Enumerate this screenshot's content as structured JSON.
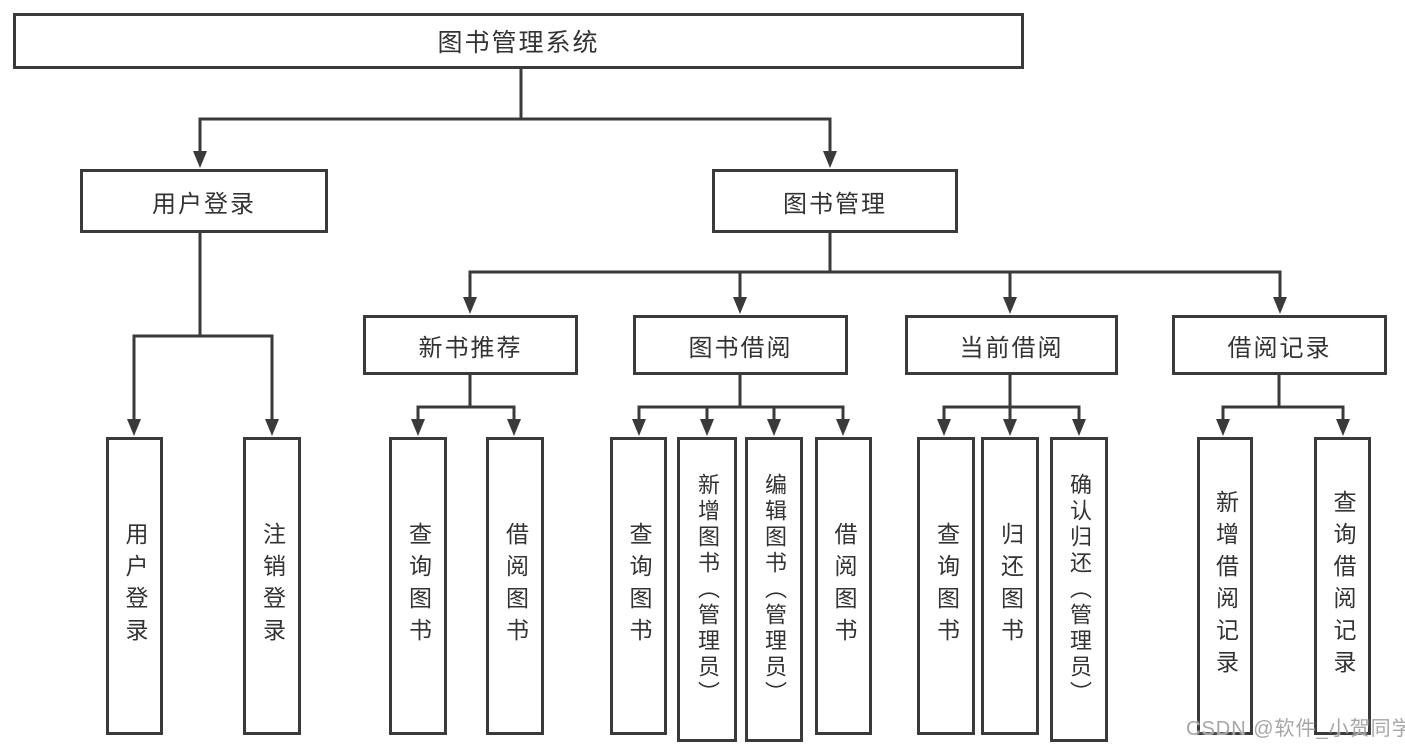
{
  "tree": {
    "label": "图书管理系统",
    "children": [
      {
        "label": "用户登录",
        "children": [
          {
            "label": "用户登录"
          },
          {
            "label": "注销登录"
          }
        ]
      },
      {
        "label": "图书管理",
        "children": [
          {
            "label": "新书推荐",
            "children": [
              {
                "label": "查询图书"
              },
              {
                "label": "借阅图书"
              }
            ]
          },
          {
            "label": "图书借阅",
            "children": [
              {
                "label": "查询图书"
              },
              {
                "label": "新增图书（管理员）"
              },
              {
                "label": "编辑图书（管理员）"
              },
              {
                "label": "借阅图书"
              }
            ]
          },
          {
            "label": "当前借阅",
            "children": [
              {
                "label": "查询图书"
              },
              {
                "label": "归还图书"
              },
              {
                "label": "确认归还（管理员）"
              }
            ]
          },
          {
            "label": "借阅记录",
            "children": [
              {
                "label": "新增借阅记录"
              },
              {
                "label": "查询借阅记录"
              }
            ]
          }
        ]
      }
    ]
  },
  "watermark": "CSDN @软件_小贺同学",
  "colors": {
    "line": "#3a3a3a",
    "box_border": "#3a3a3a",
    "text": "#333333",
    "watermark": "#a6a6a6",
    "background": "#ffffff"
  }
}
